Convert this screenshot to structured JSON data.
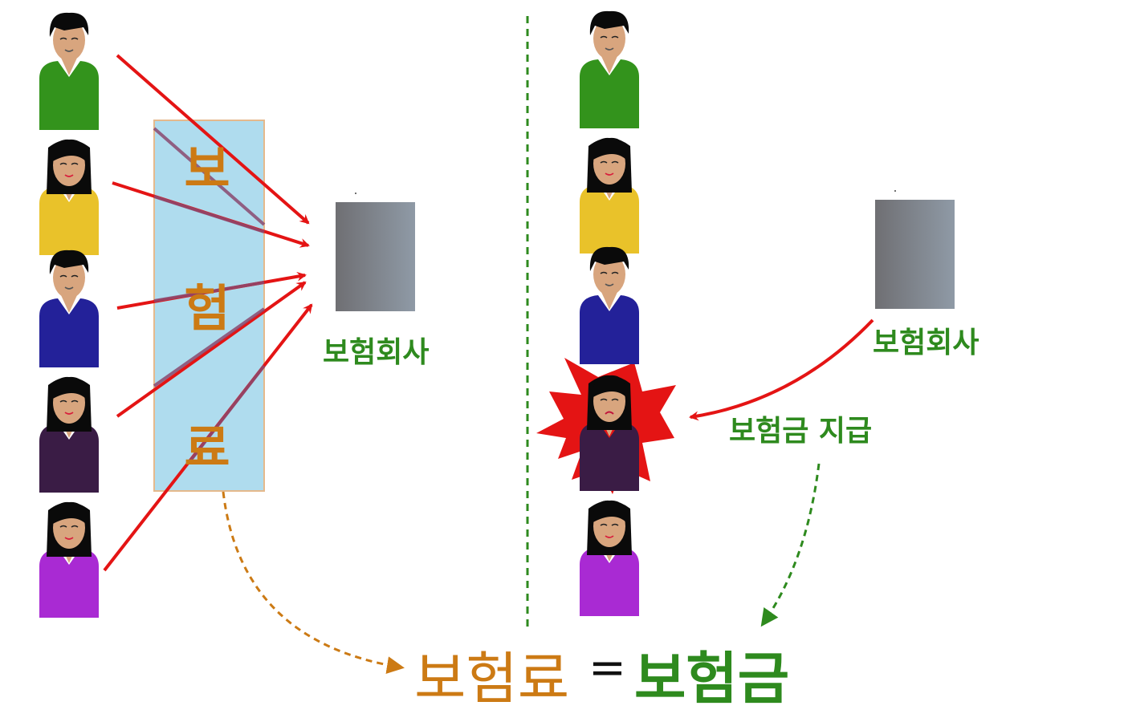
{
  "premium_vertical": [
    "보",
    "험",
    "료"
  ],
  "left": {
    "company_label": "보험회사"
  },
  "right": {
    "company_label": "보험회사",
    "payout_label": "보험금 지급"
  },
  "equation": {
    "left_term": "보험료",
    "sign": "=",
    "right_term": "보험금"
  },
  "colors": {
    "arrow_red": "#e41414",
    "premium_orange": "#cc7a14",
    "label_green": "#2e8a1e",
    "panel_fill": "#afdcee",
    "panel_border": "#e5b98c",
    "shirts": [
      "#33931c",
      "#e9c22a",
      "#232199",
      "#3a1c45",
      "#a92ad3"
    ],
    "skin": "#d8a57e",
    "hair": "#0a0a0a",
    "burst": "#e41414"
  },
  "people": [
    {
      "shirt": "#33931c",
      "gender": "male"
    },
    {
      "shirt": "#e9c22a",
      "gender": "female"
    },
    {
      "shirt": "#232199",
      "gender": "male"
    },
    {
      "shirt": "#3a1c45",
      "gender": "female"
    },
    {
      "shirt": "#a92ad3",
      "gender": "female"
    }
  ],
  "icons": [
    "person-icon",
    "building-icon",
    "accident-burst-icon",
    "arrow-icon"
  ]
}
